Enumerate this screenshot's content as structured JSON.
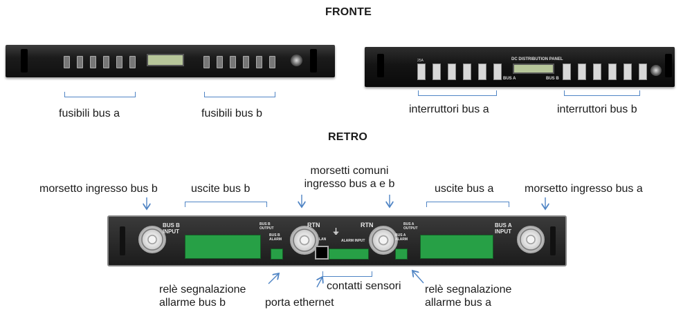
{
  "headings": {
    "front": "FRONTE",
    "rear": "RETRO"
  },
  "front_labels": {
    "fuses_a": "fusibili bus a",
    "fuses_b": "fusibili bus b",
    "breakers_a": "interruttori bus a",
    "breakers_b": "interruttori bus b"
  },
  "rear_labels": {
    "input_b": "morsetto ingresso bus b",
    "outputs_b": "uscite bus b",
    "common_line1": "morsetti comuni",
    "common_line2": "ingresso bus a e b",
    "outputs_a": "uscite bus a",
    "input_a": "morsetto ingresso bus a",
    "relay_b_line1": "relè segnalazione",
    "relay_b_line2": "allarme bus b",
    "ethernet": "porta ethernet",
    "sensors": "contatti sensori",
    "relay_a_line1": "relè segnalazione",
    "relay_a_line2": "allarme bus a"
  },
  "panel_text": {
    "front_b_title": "DC DISTRIBUTION PANEL",
    "bus_a": "BUS A",
    "bus_b": "BUS B",
    "breaker_amp": "25A",
    "rear_bus_b_input": "BUS B INPUT",
    "rear_bus_a_input": "BUS A INPUT",
    "rtn": "RTN",
    "bus_b_output": "BUS B OUTPUT",
    "bus_a_output": "BUS A OUTPUT",
    "bus_b_alarm": "BUS B ALARM",
    "bus_a_alarm": "BUS A ALARM",
    "lan": "LAN",
    "alarm_input": "ALARM INPUT"
  },
  "colors": {
    "accent_blue": "#4f84c4",
    "terminal_green": "#27a046",
    "panel_black": "#1a1a1a"
  }
}
